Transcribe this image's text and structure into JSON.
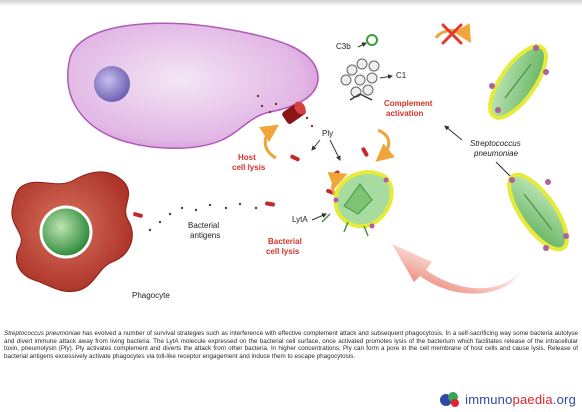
{
  "labels": {
    "c3b": "C3b",
    "c1": "C1",
    "complement_activation_line1": "Complement",
    "complement_activation_line2": "activation",
    "host_cell_lysis_line1": "Host",
    "host_cell_lysis_line2": "cell lysis",
    "ply": "Ply",
    "streptococcus_line1": "Streptococcus",
    "streptococcus_line2": "pneumoniae",
    "bacterial_antigens_line1": "Bacterial",
    "bacterial_antigens_line2": "antigens",
    "lyta": "LytA",
    "bacterial_cell_lysis_line1": "Bacterial",
    "bacterial_cell_lysis_line2": "cell lysis",
    "phagocyte": "Phagocyte"
  },
  "caption": {
    "species": "Streptococcus pneumoniae",
    "text": "has evolved a number of survival strategies such as interference with effective complement attack and subsequent phagocytosis. In a self-sacrificing way some bacteria autolyse and divert immune attack away from living bacteria. The LytA molecule expressed on the bacterial cell surface, once activated promotes lysis of the bacterium which facilitates release of the intracellular toxin, pneumolysin (Ply). Ply activates complement and diverts the attack from other bacteria. In higher concentrations, Ply can form a pore in the cell membrane of host cells and cause lysis. Release of bacterial antigens excessively activate phagocytes via toll-like receptor engagement and induce them to escape phagocytosis."
  },
  "brand": {
    "name_part1": "immuno",
    "name_highlight": "paedia",
    "name_part3": ".org"
  },
  "colors": {
    "host_cell": "#d9a0dc",
    "host_nucleus": "#8a7fc6",
    "phagocyte": "#b33a2c",
    "phagocyte_nucleus": "#3a9a4a",
    "bacterium": "#7cc474",
    "bacterium_outline": "#e6ea3a",
    "arrow": "#f0a53a",
    "red_label": "#d2332a",
    "block_x": "#e23a2a"
  },
  "icons": [
    "c3b-icon",
    "c1-complex-icon",
    "block-x-icon",
    "pore-icon",
    "big-curved-arrow-icon"
  ]
}
